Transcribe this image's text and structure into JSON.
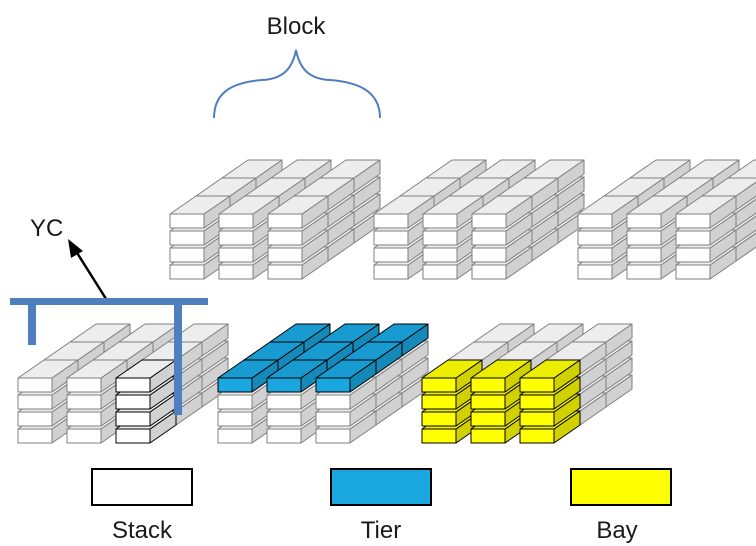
{
  "labels": {
    "block": "Block",
    "yc": "YC",
    "stack": "Stack",
    "tier": "Tier",
    "bay": "Bay"
  },
  "colors": {
    "container_white": "#ffffff",
    "tier_blue": "#1aa7e0",
    "bay_yellow": "#ffff00",
    "crane_blue": "#4f7fbe",
    "brace_blue": "#4f7fbe",
    "outline_gray": "#7f7f7f",
    "outline_black": "#000000"
  },
  "legend": [
    {
      "name": "stack",
      "color": "#ffffff",
      "label_key": "stack"
    },
    {
      "name": "tier",
      "color": "#1aa7e0",
      "label_key": "tier"
    },
    {
      "name": "bay",
      "color": "#ffff00",
      "label_key": "bay"
    }
  ]
}
